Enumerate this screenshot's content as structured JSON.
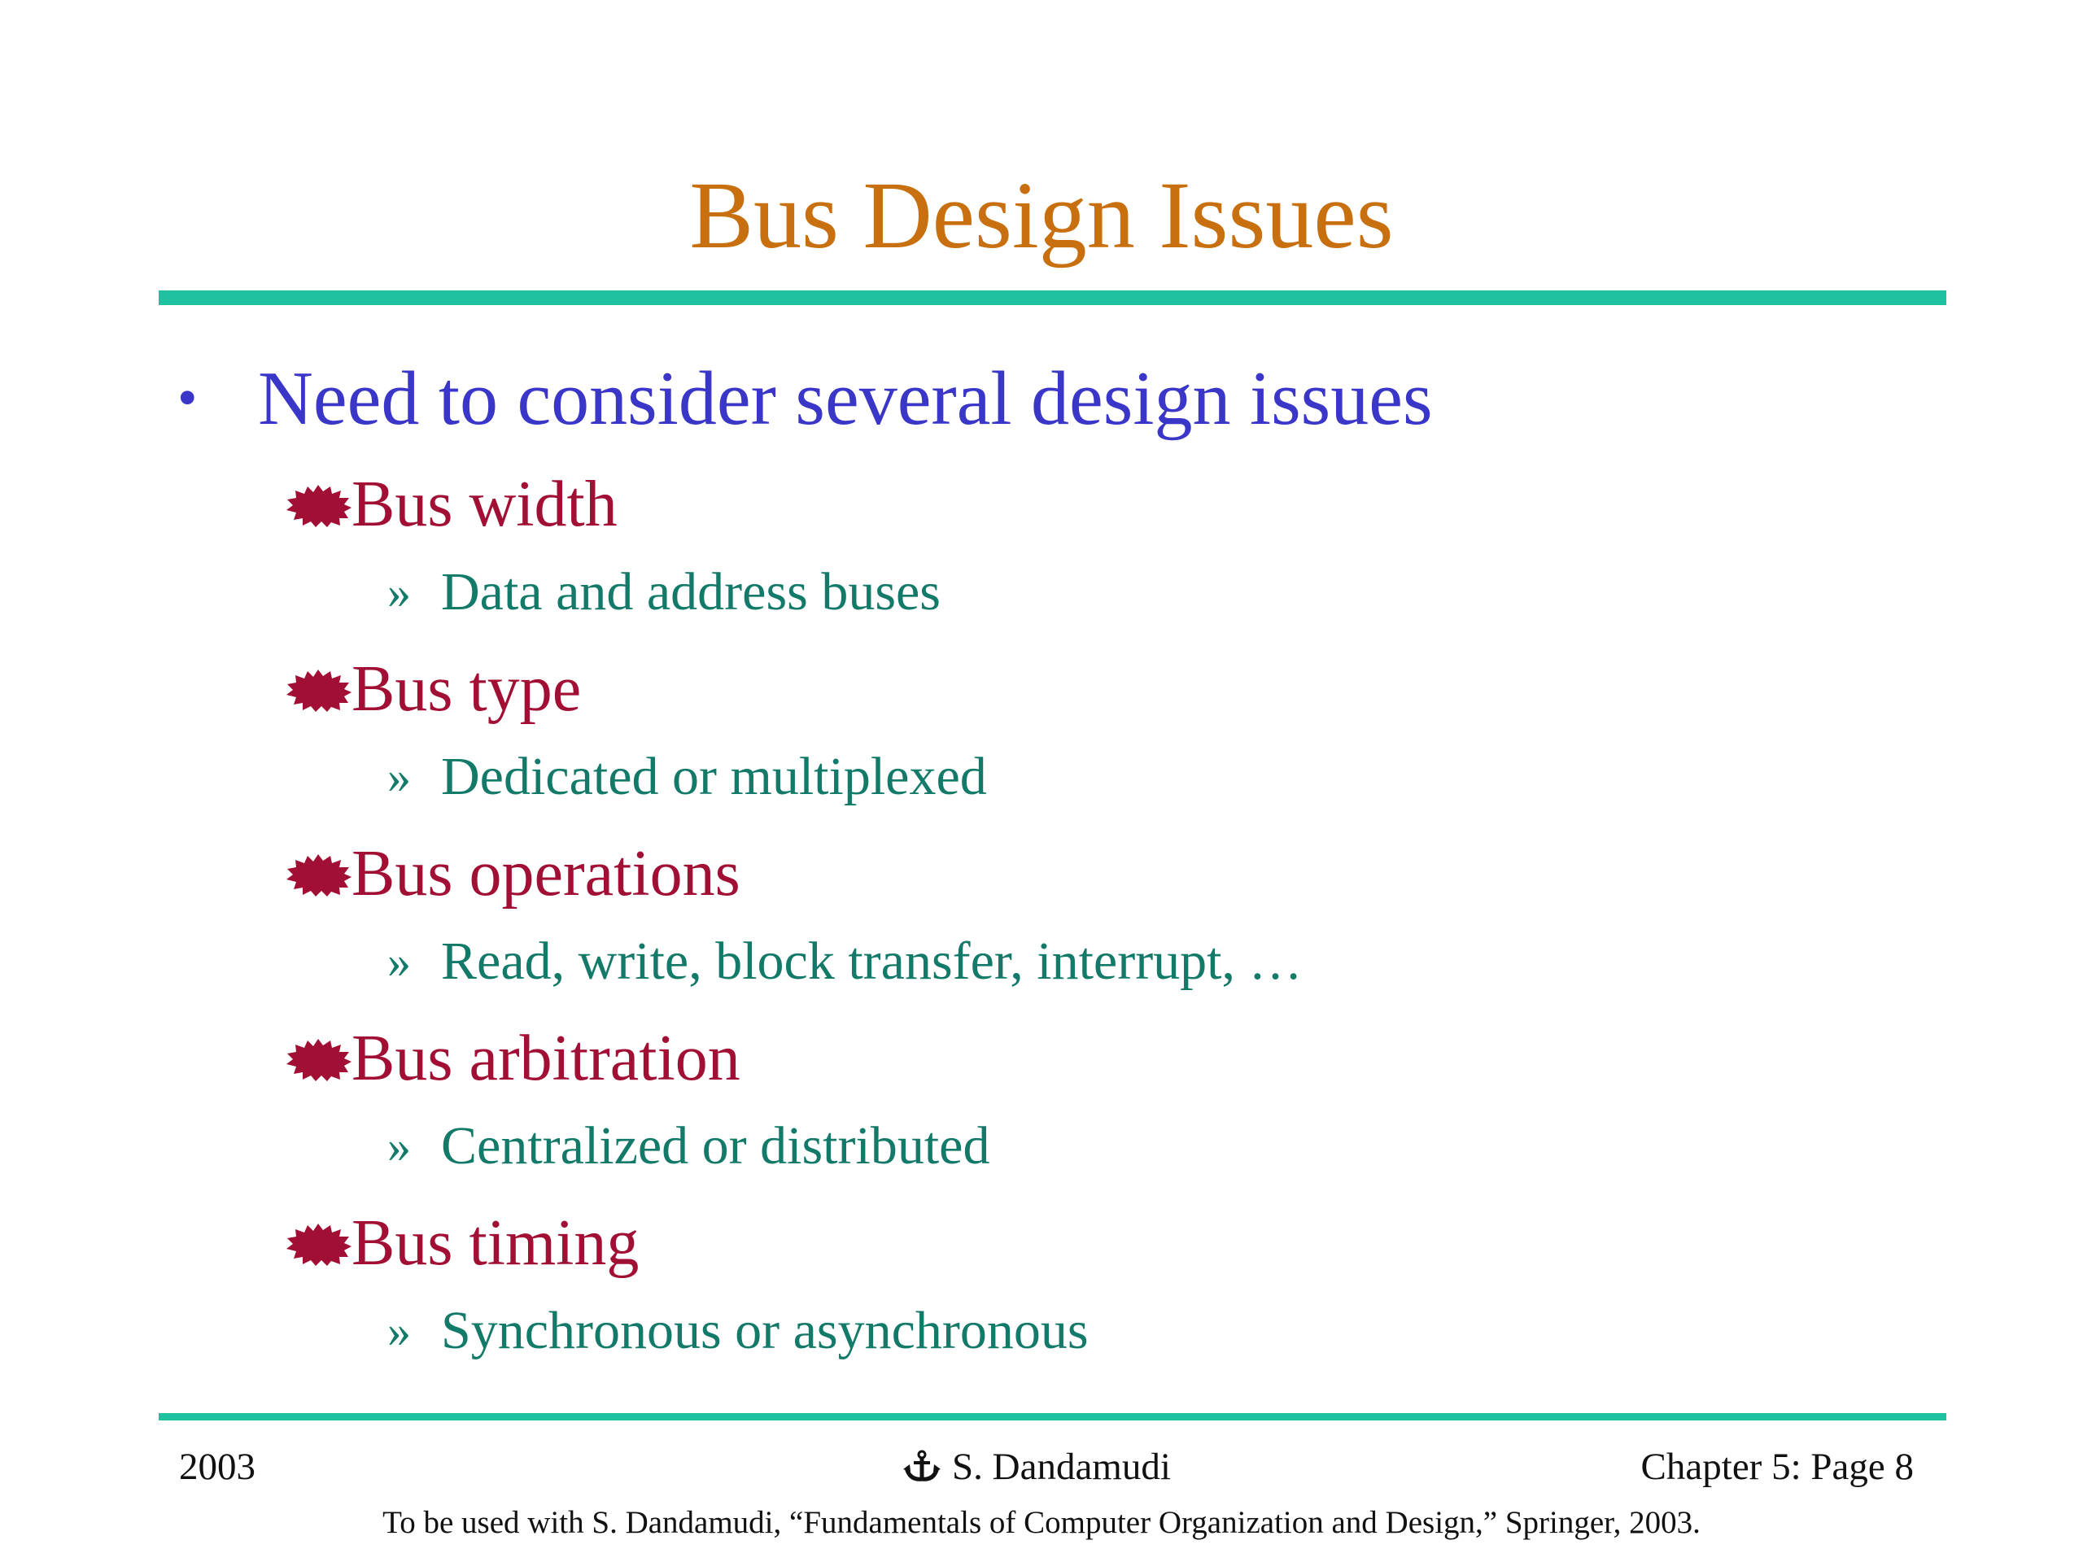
{
  "slide": {
    "title": "Bus Design Issues",
    "main_bullet": {
      "marker": "•",
      "text": "Need to consider several design issues"
    },
    "sub_marker_icon": "starburst-bullet-icon",
    "detail_marker": "»",
    "items": [
      {
        "label": "Bus width",
        "detail": "Data and address buses"
      },
      {
        "label": "Bus type",
        "detail": "Dedicated or multiplexed"
      },
      {
        "label": "Bus operations",
        "detail": "Read, write, block transfer, interrupt, …"
      },
      {
        "label": "Bus arbitration",
        "detail": "Centralized or distributed"
      },
      {
        "label": "Bus timing",
        "detail": "Synchronous or asynchronous"
      }
    ]
  },
  "footer": {
    "year": "2003",
    "author": "S. Dandamudi",
    "author_icon": "anchor-icon",
    "page": "Chapter 5: Page 8",
    "caption": "To be used with S. Dandamudi, “Fundamentals of Computer Organization and Design,” Springer, 2003."
  },
  "colors": {
    "title": "#c8700f",
    "rule": "#1fc1a1",
    "level1": "#3a36c8",
    "level2": "#a20f34",
    "level3": "#137a69"
  }
}
